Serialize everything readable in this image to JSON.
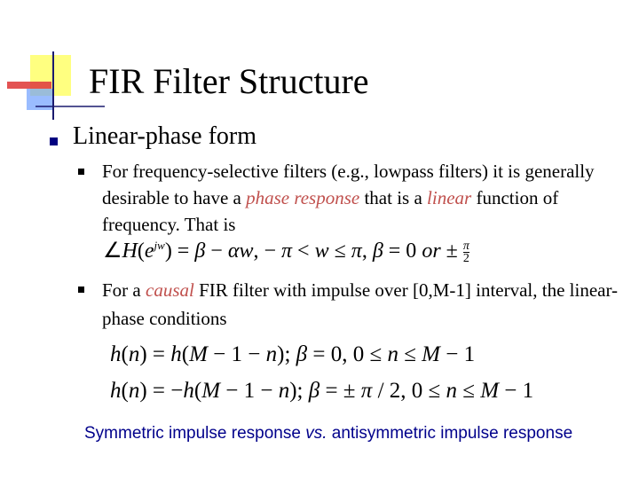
{
  "slide": {
    "title": "FIR Filter Structure",
    "main_bullet": "Linear-phase form",
    "sub_bullet_1": {
      "text_before": "For frequency-selective filters (e.g., lowpass filters) it is generally desirable to have a ",
      "highlight_1": "phase response",
      "text_middle": " that is a ",
      "highlight_2": "linear",
      "text_after": " function of frequency. That is"
    },
    "equation_1": "∠H(e^jw) = β − αw, −π < w ≤ π, β = 0 or ±π/2",
    "sub_bullet_2": {
      "text_before": "For a ",
      "highlight": "causal",
      "text_after": " FIR filter with impulse over [0,M-1] interval, the linear-phase conditions"
    },
    "equation_2": "h(n) = h(M − 1 − n); β = 0, 0 ≤ n ≤ M − 1",
    "equation_3": "h(n) = −h(M − 1 − n); β = ±π / 2, 0 ≤ n ≤ M − 1",
    "caption": {
      "part_1": "Symmetric impulse response ",
      "part_2": "vs.",
      "part_3": " antisymmetric impulse response"
    }
  },
  "colors": {
    "highlight": "#c0504d",
    "caption": "#00008b",
    "bullet_level_1": "#000080"
  }
}
